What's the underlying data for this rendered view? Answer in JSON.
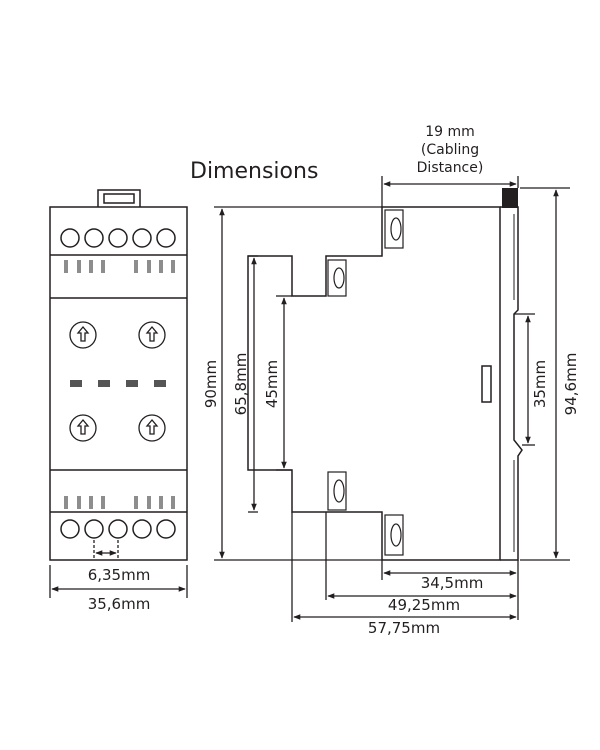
{
  "title": "Dimensions",
  "front_view": {
    "pitch_label": "6,35mm",
    "width_label": "35,6mm"
  },
  "side_view": {
    "cabling_line1": "19 mm",
    "cabling_line2": "(Cabling",
    "cabling_line3": "Distance)",
    "height_90": "90mm",
    "height_65_8": "65,8mm",
    "height_45": "45mm",
    "height_35": "35mm",
    "height_94_6": "94,6mm",
    "depth_34_5": "34,5mm",
    "depth_49_25": "49,25mm",
    "depth_57_75": "57,75mm"
  }
}
